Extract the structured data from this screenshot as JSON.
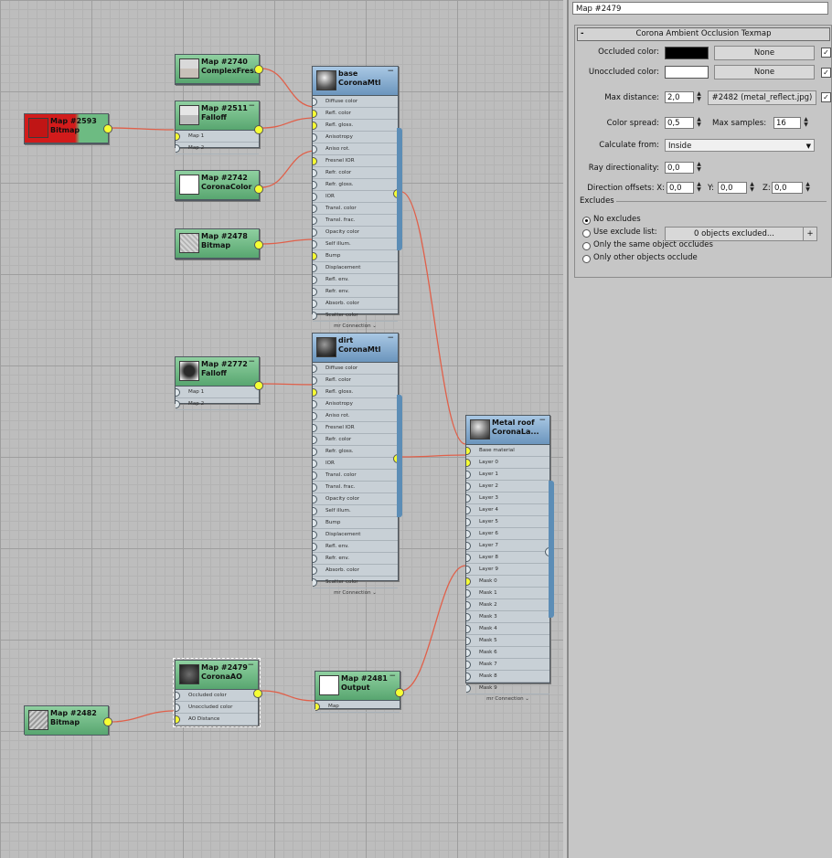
{
  "colors": {
    "green_header": "#6dbb82",
    "blue_header": "#7ea6cb",
    "wire": "#e0604a",
    "socket_active": "#f6ff34"
  },
  "nodes": {
    "map2593": {
      "title": "Map #2593",
      "type": "Bitmap"
    },
    "map2740": {
      "title": "Map #2740",
      "type": "ComplexFres..."
    },
    "map2511": {
      "title": "Map #2511",
      "type": "Falloff",
      "slots": [
        "Map 1",
        "Map 2"
      ]
    },
    "map2742": {
      "title": "Map #2742",
      "type": "CoronaColor"
    },
    "map2478": {
      "title": "Map #2478",
      "type": "Bitmap"
    },
    "base": {
      "title": "base",
      "type": "CoronaMtl",
      "slots": [
        "Diffuse color",
        "Refl. color",
        "Refl. gloss.",
        "Anisotropy",
        "Aniso rot.",
        "Fresnel IOR",
        "Refr. color",
        "Refr. gloss.",
        "IOR",
        "Transl. color",
        "Transl. frac.",
        "Opacity color",
        "Self illum.",
        "Bump",
        "Displacement",
        "Refl. env.",
        "Refr. env.",
        "Absorb. color",
        "Scatter color"
      ],
      "footer": "mr Connection"
    },
    "map2772": {
      "title": "Map #2772",
      "type": "Falloff",
      "slots": [
        "Map 1",
        "Map 2"
      ]
    },
    "dirt": {
      "title": "dirt",
      "type": "CoronaMtl",
      "slots": [
        "Diffuse color",
        "Refl. color",
        "Refl. gloss.",
        "Anisotropy",
        "Aniso rot.",
        "Fresnel IOR",
        "Refr. color",
        "Refr. gloss.",
        "IOR",
        "Transl. color",
        "Transl. frac.",
        "Opacity color",
        "Self illum.",
        "Bump",
        "Displacement",
        "Refl. env.",
        "Refr. env.",
        "Absorb. color",
        "Scatter color"
      ],
      "footer": "mr Connection"
    },
    "metalroof": {
      "title": "Metal roof",
      "type": "CoronaLa...",
      "slots": [
        "Base material",
        "Layer 0",
        "Layer 1",
        "Layer 2",
        "Layer 3",
        "Layer 4",
        "Layer 5",
        "Layer 6",
        "Layer 7",
        "Layer 8",
        "Layer 9",
        "Mask 0",
        "Mask 1",
        "Mask 2",
        "Mask 3",
        "Mask 4",
        "Mask 5",
        "Mask 6",
        "Mask 7",
        "Mask 8",
        "Mask 9"
      ],
      "footer": "mr Connection"
    },
    "map2479": {
      "title": "Map #2479",
      "type": "CoronaAO",
      "slots": [
        "Occluded color",
        "Unoccluded color",
        "AO Distance"
      ]
    },
    "map2481": {
      "title": "Map #2481",
      "type": "Output",
      "slots": [
        "Map"
      ]
    },
    "map2482": {
      "title": "Map #2482",
      "type": "Bitmap"
    }
  },
  "panel": {
    "name": "Map #2479",
    "rollout_title": "Corona Ambient Occlusion Texmap",
    "rollout_toggle": "-",
    "occluded_label": "Occluded color:",
    "occluded_color": "#000000",
    "occluded_map": "None",
    "unoccluded_label": "Unoccluded color:",
    "unoccluded_color": "#ffffff",
    "unoccluded_map": "None",
    "maxdist_label": "Max distance:",
    "maxdist_value": "2,0",
    "maxdist_map": "#2482 (metal_reflect.jpg)",
    "spread_label": "Color spread:",
    "spread_value": "0,5",
    "samples_label": "Max samples:",
    "samples_value": "16",
    "calc_label": "Calculate from:",
    "calc_value": "Inside",
    "raydir_label": "Ray directionality:",
    "raydir_value": "0,0",
    "diroff_label": "Direction offsets: X:",
    "diroff_x": "0,0",
    "diroff_y_label": "Y:",
    "diroff_y": "0,0",
    "diroff_z_label": "Z:",
    "diroff_z": "0,0",
    "excludes_title": "Excludes",
    "opt_no": "No excludes",
    "opt_list": "Use exclude list:",
    "exclude_btn": "0 objects excluded...",
    "add_btn": "+",
    "opt_same": "Only the same object occludes",
    "opt_other": "Only other objects occlude",
    "checkmark": "✓"
  }
}
